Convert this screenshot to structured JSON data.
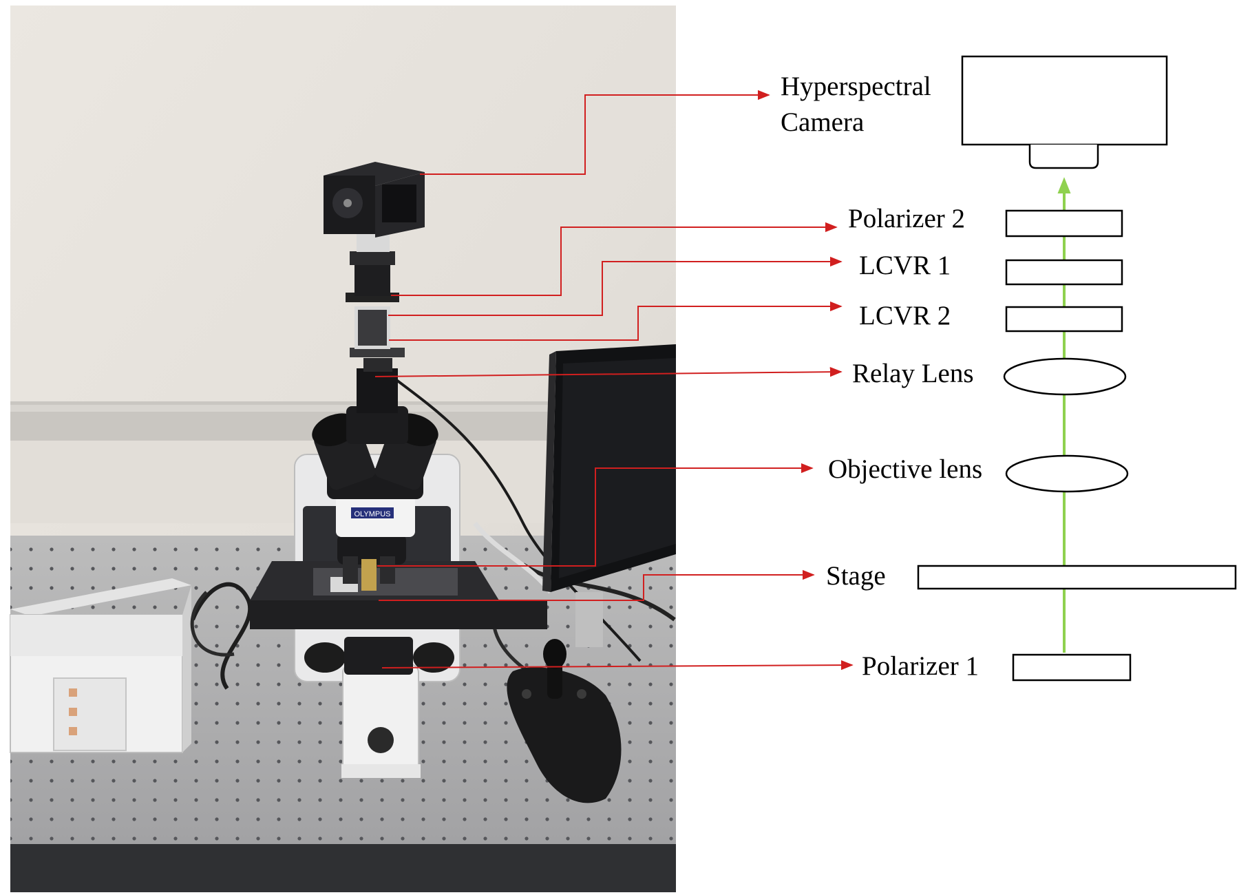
{
  "labels": {
    "hyperspectral_camera": [
      "Hyperspectral",
      "Camera"
    ],
    "polarizer_2": "Polarizer 2",
    "lcvr_1": "LCVR 1",
    "lcvr_2": "LCVR 2",
    "relay_lens": "Relay Lens",
    "objective_lens": "Objective lens",
    "stage": "Stage",
    "polarizer_1": "Polarizer 1"
  },
  "photo_text": {
    "microscope_brand": "OLYMPUS"
  },
  "colors": {
    "leader_line": "#d11f1f",
    "beam_path": "#8fd14f",
    "outline": "#000000"
  }
}
